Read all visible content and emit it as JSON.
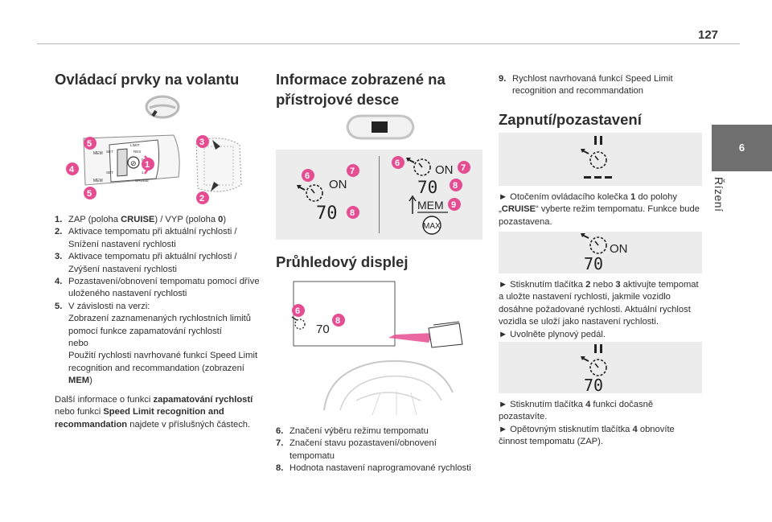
{
  "page": {
    "number": "127"
  },
  "side_tab": {
    "chapter": "6",
    "label": "Řízení"
  },
  "col1": {
    "heading": "Ovládací prvky na volantu",
    "callouts": [
      "5",
      "4",
      "5",
      "3",
      "1",
      "2"
    ],
    "switch_labels": [
      "MEM",
      "LIMIT",
      "RES",
      "SET",
      "SET",
      "MEM",
      "CRUISE",
      "0",
      "1"
    ],
    "items": [
      {
        "num": "1.",
        "parts": [
          {
            "t": "ZAP (poloha "
          },
          {
            "t": "CRUISE",
            "b": true
          },
          {
            "t": ") / VYP (poloha "
          },
          {
            "t": "0",
            "b": true
          },
          {
            "t": ")"
          }
        ]
      },
      {
        "num": "2.",
        "parts": [
          {
            "t": "Aktivace tempomatu při aktuální rychlosti / Snížení nastavení rychlosti"
          }
        ]
      },
      {
        "num": "3.",
        "parts": [
          {
            "t": "Aktivace tempomatu při aktuální rychlosti / Zvýšení nastavení rychlosti"
          }
        ]
      },
      {
        "num": "4.",
        "parts": [
          {
            "t": "Pozastavení/obnovení tempomatu pomocí dříve uloženého nastavení rychlosti"
          }
        ]
      },
      {
        "num": "5.",
        "parts": [
          {
            "t": "V závislosti na verzi:"
          },
          {
            "br": true
          },
          {
            "t": "Zobrazení zaznamenaných rychlostních limitů pomocí funkce zapamatování rychlostí"
          },
          {
            "br": true
          },
          {
            "t": "nebo"
          },
          {
            "br": true
          },
          {
            "t": "Použití rychlosti navrhované funkcí Speed Limit recognition and recommandation (zobrazení "
          },
          {
            "t": "MEM",
            "b": true
          },
          {
            "t": ")"
          }
        ]
      }
    ],
    "para": [
      {
        "t": "Další informace o funkci "
      },
      {
        "t": "zapamatování rychlostí",
        "b": true
      },
      {
        "t": " nebo funkci "
      },
      {
        "t": "Speed Limit recognition and recommandation",
        "b": true
      },
      {
        "t": " najdete v příslušných částech."
      }
    ]
  },
  "col2": {
    "heading": "Informace zobrazené na přístrojové desce",
    "panel_left": {
      "on": "ON",
      "value": "70",
      "callouts": [
        "6",
        "7",
        "8"
      ]
    },
    "panel_right": {
      "on": "ON",
      "value": "70",
      "mem": "MEM",
      "max": "MAX",
      "callouts": [
        "6",
        "7",
        "8",
        "9"
      ]
    },
    "heading2": "Průhledový displej",
    "hud": {
      "value": "70",
      "callouts": [
        "6",
        "8"
      ]
    },
    "items": [
      {
        "num": "6.",
        "parts": [
          {
            "t": "Značení výběru režimu tempomatu"
          }
        ]
      },
      {
        "num": "7.",
        "parts": [
          {
            "t": "Značení stavu pozastavení/obnovení tempomatu"
          }
        ]
      },
      {
        "num": "8.",
        "parts": [
          {
            "t": "Hodnota nastavení naprogramované rychlosti"
          }
        ]
      }
    ]
  },
  "col3": {
    "items": [
      {
        "num": "9.",
        "parts": [
          {
            "t": "Rychlost navrhovaná funkcí Speed Limit recognition and recommandation"
          }
        ]
      }
    ],
    "heading": "Zapnutí/pozastavení",
    "para1": [
      {
        "t": "► Otočením ovládacího kolečka "
      },
      {
        "t": "1",
        "b": true
      },
      {
        "t": " do polohy „"
      },
      {
        "t": "CRUISE",
        "b": true
      },
      {
        "t": "“ vyberte režim tempomatu. Funkce bude pozastavena."
      }
    ],
    "panel2": {
      "on": "ON",
      "value": "70"
    },
    "para2": [
      {
        "t": "► Stisknutím tlačítka "
      },
      {
        "t": "2",
        "b": true
      },
      {
        "t": " nebo "
      },
      {
        "t": "3",
        "b": true
      },
      {
        "t": " aktivujte tempomat a uložte nastavení rychlosti, jakmile vozidlo dosáhne požadované rychlosti. Aktuální rychlost vozidla se uloží jako nastavení rychlosti."
      },
      {
        "br": true
      },
      {
        "t": "► Uvolněte plynový pedál."
      }
    ],
    "panel3": {
      "value": "70"
    },
    "para3": [
      {
        "t": "► Stisknutím tlačítka "
      },
      {
        "t": "4",
        "b": true
      },
      {
        "t": " funkci dočasně pozastavíte."
      },
      {
        "br": true
      },
      {
        "t": "► Opětovným stisknutím tlačítka "
      },
      {
        "t": "4",
        "b": true
      },
      {
        "t": " obnovíte činnost tempomatu (ZAP)."
      }
    ]
  },
  "colors": {
    "accent": "#e54d92",
    "tab": "#6f6f6f",
    "panel": "#ececec"
  }
}
